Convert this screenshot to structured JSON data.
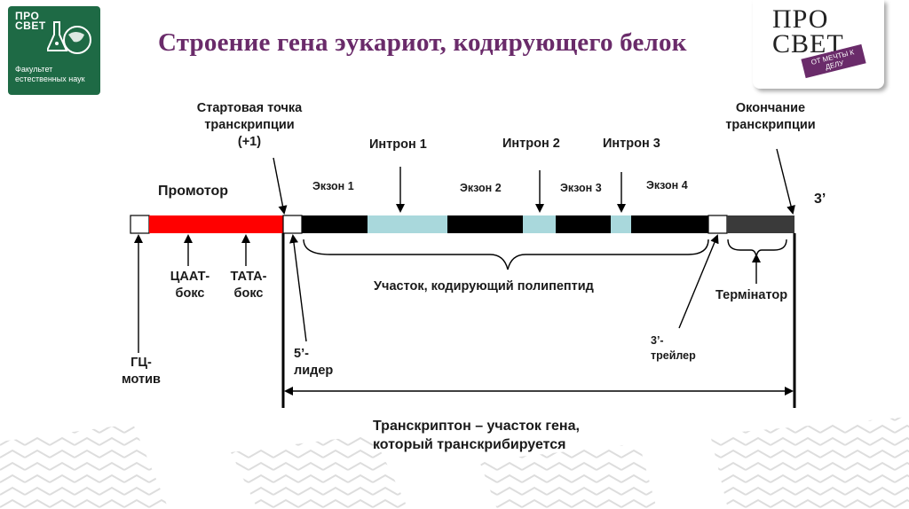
{
  "header": {
    "title": "Строение гена эукариот, кодирующего белок",
    "logo_left": {
      "brand_line1": "ПРО",
      "brand_line2": "СВЕТ",
      "faculty": "Факультет естественных наук"
    },
    "logo_right": {
      "brand_line1": "ПРО",
      "brand_line2": "СВЕТ",
      "stamp": "ОТ МЕЧТЫ К ДЕЛУ"
    }
  },
  "diagram": {
    "start": {
      "line1": "Стартовая точка",
      "line2": "транскрипции",
      "line3": "(+1)"
    },
    "end": {
      "line1": "Окончание",
      "line2": "транскрипции"
    },
    "promoter": "Промотор",
    "three_prime": "3’",
    "exons": [
      "Экзон 1",
      "Экзон 2",
      "Экзон 3",
      "Экзон 4"
    ],
    "introns": [
      "Интрон 1",
      "Интрон 2",
      "Интрон 3"
    ],
    "caat": {
      "line1": "ЦААТ-",
      "line2": "бокс"
    },
    "tata": {
      "line1": "ТАТА-",
      "line2": "бокс"
    },
    "coding": "Участок, кодирующий полипептид",
    "terminator": "Термінатор",
    "gc": {
      "line1": "ГЦ-",
      "line2": "мотив"
    },
    "leader": {
      "line1": "5’-",
      "line2": "лидер"
    },
    "trailer": {
      "line1": "3’-",
      "line2": "трейлер"
    },
    "transcripton": {
      "line1": "Транскриптон – участок гена,",
      "line2": "который транскрибируется"
    }
  },
  "colors": {
    "title": "#6a2b6a",
    "promoter": "#ff0000",
    "exon": "#000000",
    "intron": "#a9d8dc",
    "terminator": "#3a3a3a",
    "logo_green": "#1e6a45"
  }
}
